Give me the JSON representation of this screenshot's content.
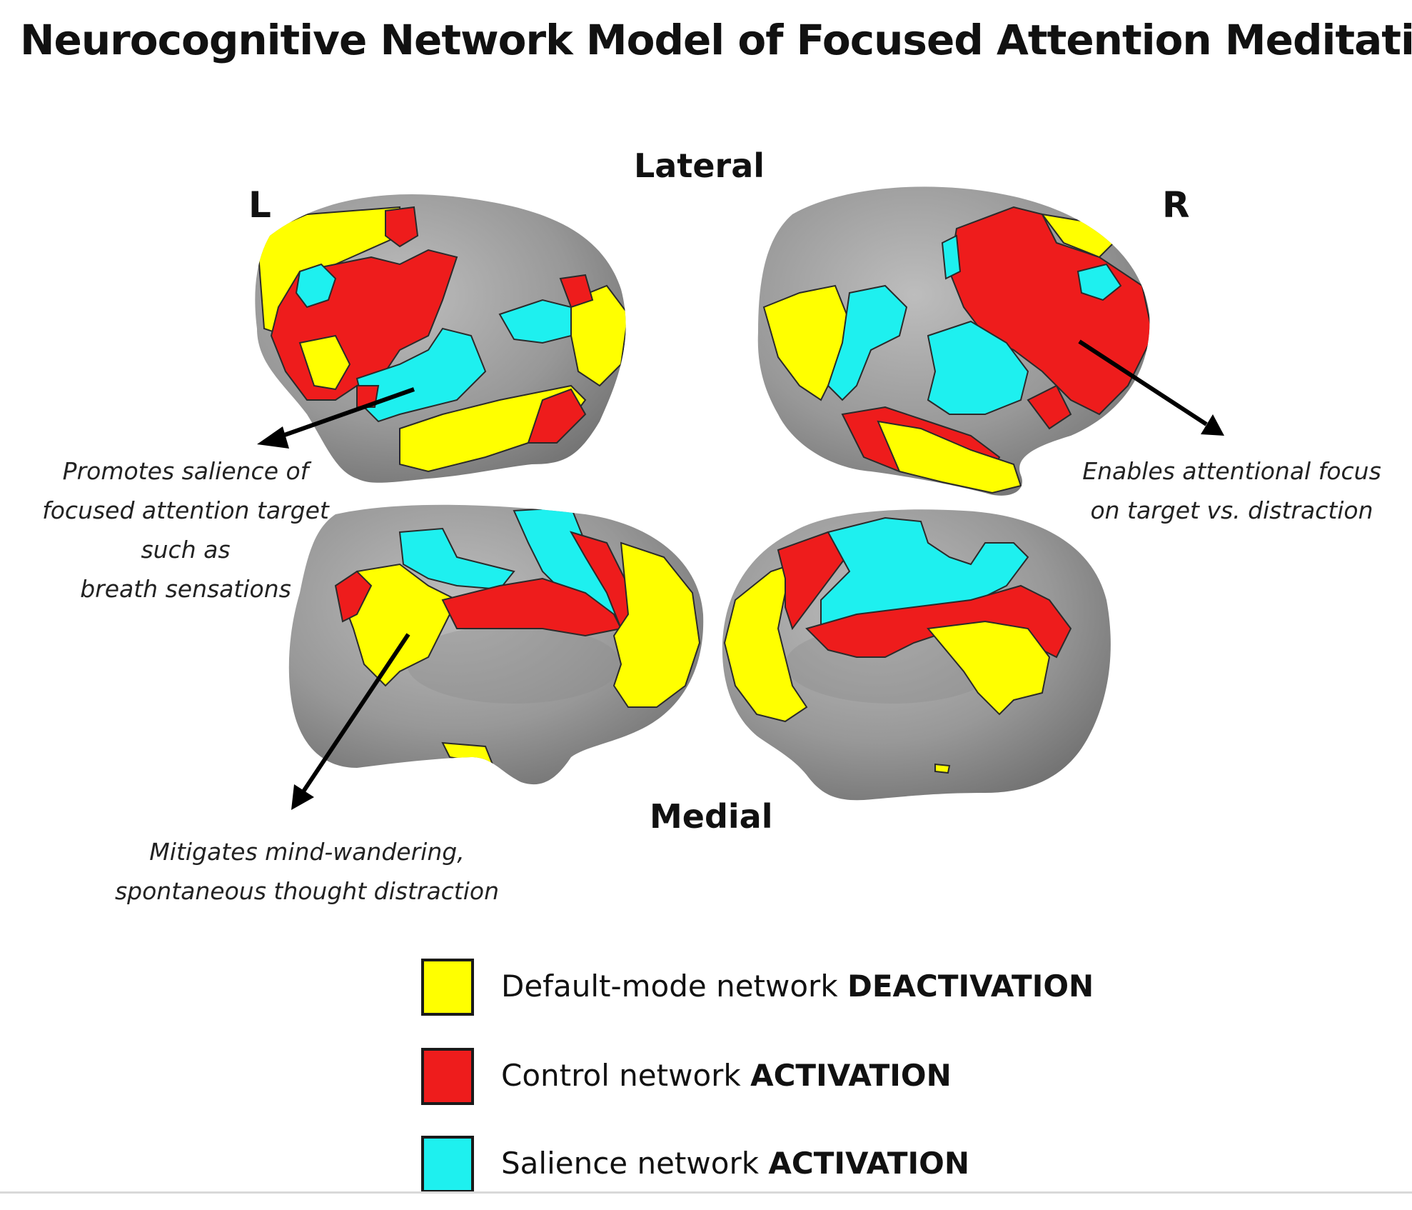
{
  "title": "Neurocognitive Network Model of Focused Attention Meditation",
  "views": {
    "lateral": "Lateral",
    "medial": "Medial"
  },
  "hemispheres": {
    "left": "L",
    "right": "R"
  },
  "annotations": {
    "salience": [
      "Promotes salience of",
      "focused attention target",
      "such as",
      "breath sensations"
    ],
    "control": [
      "Enables attentional focus",
      "on target vs. distraction"
    ],
    "dmn": [
      "Mitigates mind-wandering,",
      "spontaneous thought distraction"
    ]
  },
  "colors": {
    "brain": "#9a9a9a",
    "default_mode": "#ffff00",
    "control": "#ee1c1c",
    "salience": "#1ef0ef",
    "outline": "#2a2a2a"
  },
  "legend": [
    {
      "name": "Default-mode network",
      "state": "DEACTIVATION",
      "color": "#ffff00"
    },
    {
      "name": "Control network",
      "state": "ACTIVATION",
      "color": "#ee1c1c"
    },
    {
      "name": "Salience network",
      "state": "ACTIVATION",
      "color": "#1ef0ef"
    }
  ]
}
